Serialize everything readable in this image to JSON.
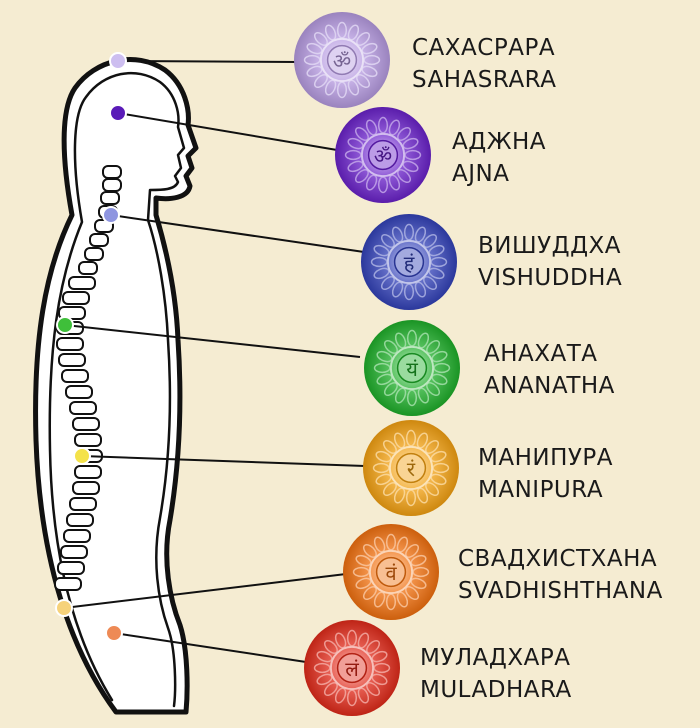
{
  "chakras": [
    {
      "ru": "САХАСРАРА",
      "en": "SAHASRARA",
      "symbol": "ॐ",
      "color": "#b59ae0",
      "dot": "#cdbef0"
    },
    {
      "ru": "АДЖНА",
      "en": "AJNA",
      "symbol": "ॐ",
      "color": "#6a22c9",
      "dot": "#5a1bb8"
    },
    {
      "ru": "ВИШУДДХА",
      "en": "VISHUDDHA",
      "symbol": "हं",
      "color": "#3342b8",
      "dot": "#8e95e0"
    },
    {
      "ru": "АНАХАТА",
      "en": "ANANATHA",
      "symbol": "यं",
      "color": "#1fae2a",
      "dot": "#3fbf3a"
    },
    {
      "ru": "МАНИПУРА",
      "en": "MANIPURA",
      "symbol": "रं",
      "color": "#f2a012",
      "dot": "#f4e24a"
    },
    {
      "ru": "СВАДХИСТХАНА",
      "en": "SVADHISHTHANA",
      "symbol": "वं",
      "color": "#f0700f",
      "dot": "#f6d27a"
    },
    {
      "ru": "МУЛАДХАРА",
      "en": "MULADHARA",
      "symbol": "लं",
      "color": "#e02a1a",
      "dot": "#ee8a55"
    }
  ]
}
